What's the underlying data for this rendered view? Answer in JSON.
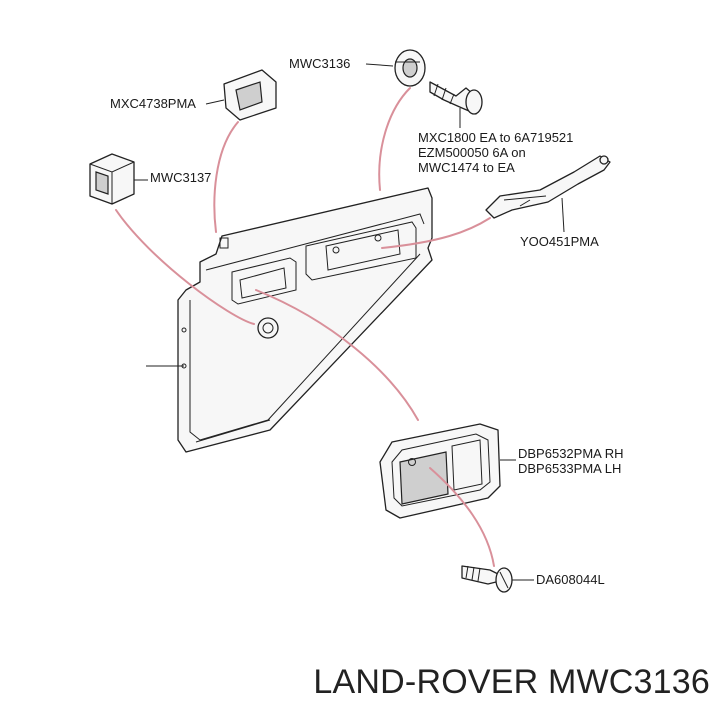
{
  "title": "LAND-ROVER MWC3136",
  "labels": {
    "mwc3136": "MWC3136",
    "mxc4738pma": "MXC4738PMA",
    "mwc3137": "MWC3137",
    "mxc1800": [
      "MXC1800 EA to 6A719521",
      "EZM500050 6A on",
      "MWC1474 to EA"
    ],
    "yoo451pma": "YOO451PMA",
    "dbp653x": [
      "DBP6532PMA RH",
      "DBP6533PMA LH"
    ],
    "da608044l": "DA608044L"
  },
  "colors": {
    "association_line": "#d9909a",
    "outline": "#222222",
    "text": "#1a1a1a"
  }
}
